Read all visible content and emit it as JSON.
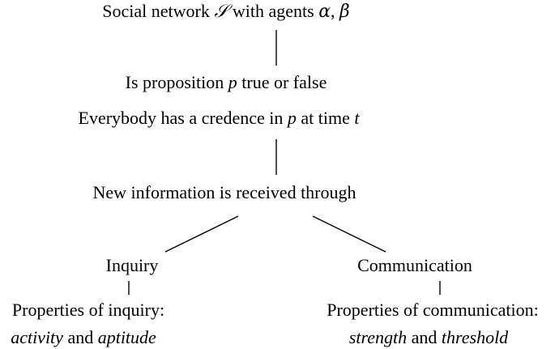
{
  "root": {
    "prefix": "Social network ",
    "script_symbol": "𝒮",
    "middle": " with agents ",
    "alpha": "α",
    "comma": ", ",
    "beta": "β"
  },
  "question": {
    "prefix": "Is proposition ",
    "var": "p",
    "suffix": " true or false"
  },
  "credence": {
    "prefix": "Everybody has a credence in ",
    "var_p": "p",
    "middle": " at time ",
    "var_t": "t"
  },
  "new_info": {
    "text": "New information is received through"
  },
  "inquiry": {
    "label": "Inquiry",
    "properties_line": "Properties of inquiry:",
    "prop_1": "activity",
    "and": " and ",
    "prop_2": "aptitude"
  },
  "communication": {
    "label": "Communication",
    "properties_line": "Properties of communication:",
    "prop_1": "strength",
    "and": " and ",
    "prop_2": "threshold"
  }
}
